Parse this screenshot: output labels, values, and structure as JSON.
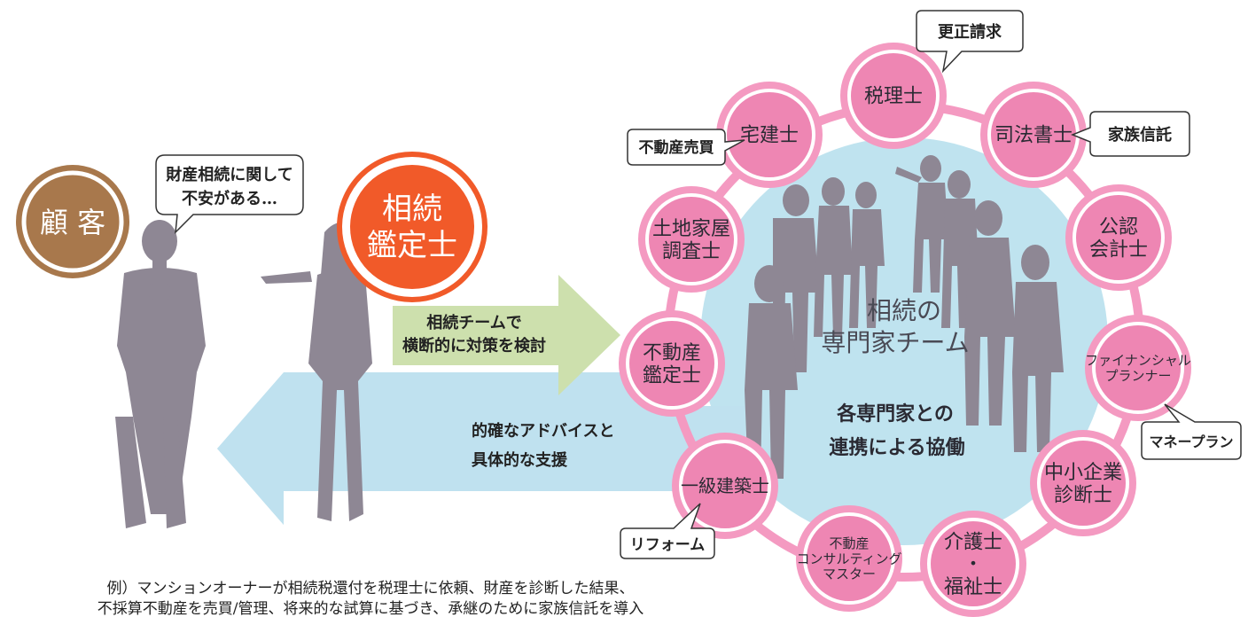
{
  "customer": {
    "label": "顧 客",
    "color": "#a8784c"
  },
  "customer_bubble": {
    "line1": "財産相続に関して",
    "line2": "不安がある…"
  },
  "appraiser": {
    "line1": "相続",
    "line2": "鑑定士",
    "color": "#f15a29"
  },
  "forward_arrow": {
    "line1": "相続チームで",
    "line2": "横断的に対策を検討",
    "color": "#cde0ad"
  },
  "back_arrow": {
    "line1": "的確なアドバイスと",
    "line2": "具体的な支援",
    "color": "#bfe1ef"
  },
  "team": {
    "line1": "相続の",
    "line2": "専門家チーム",
    "collab1": "各専門家との",
    "collab2": "連携による協働"
  },
  "colors": {
    "ring": "#f49ac1",
    "node": "#ee86b3",
    "team_circle": "#bfe3ef",
    "silhouette": "#8e8794"
  },
  "experts": [
    {
      "id": "zeirishi",
      "lines": [
        "税理士"
      ]
    },
    {
      "id": "shiho",
      "lines": [
        "司法書士"
      ]
    },
    {
      "id": "kaikei",
      "lines": [
        "公認",
        "会計士"
      ]
    },
    {
      "id": "fp",
      "lines": [
        "ファイナンシャル",
        "プランナー"
      ]
    },
    {
      "id": "chusho",
      "lines": [
        "中小企業",
        "診断士"
      ]
    },
    {
      "id": "kaigo",
      "lines": [
        "介護士",
        "・",
        "福祉士"
      ]
    },
    {
      "id": "consult",
      "lines": [
        "不動産",
        "コンサルティング",
        "マスター"
      ]
    },
    {
      "id": "kenchiku",
      "lines": [
        "一級建築士"
      ]
    },
    {
      "id": "kanteishi",
      "lines": [
        "不動産",
        "鑑定士"
      ]
    },
    {
      "id": "tochi",
      "lines": [
        "土地家屋",
        "調査士"
      ]
    },
    {
      "id": "takken",
      "lines": [
        "宅建士"
      ]
    }
  ],
  "callouts": {
    "kosei": "更正請求",
    "shintaku": "家族信託",
    "baibai": "不動産売買",
    "money": "マネープラン",
    "reform": "リフォーム"
  },
  "footnote": {
    "line1": "例）マンションオーナーが相続税還付を税理士に依頼、財産を診断した結果、",
    "line2": "不採算不動産を売買/管理、将来的な試算に基づき、承継のために家族信託を導入"
  }
}
